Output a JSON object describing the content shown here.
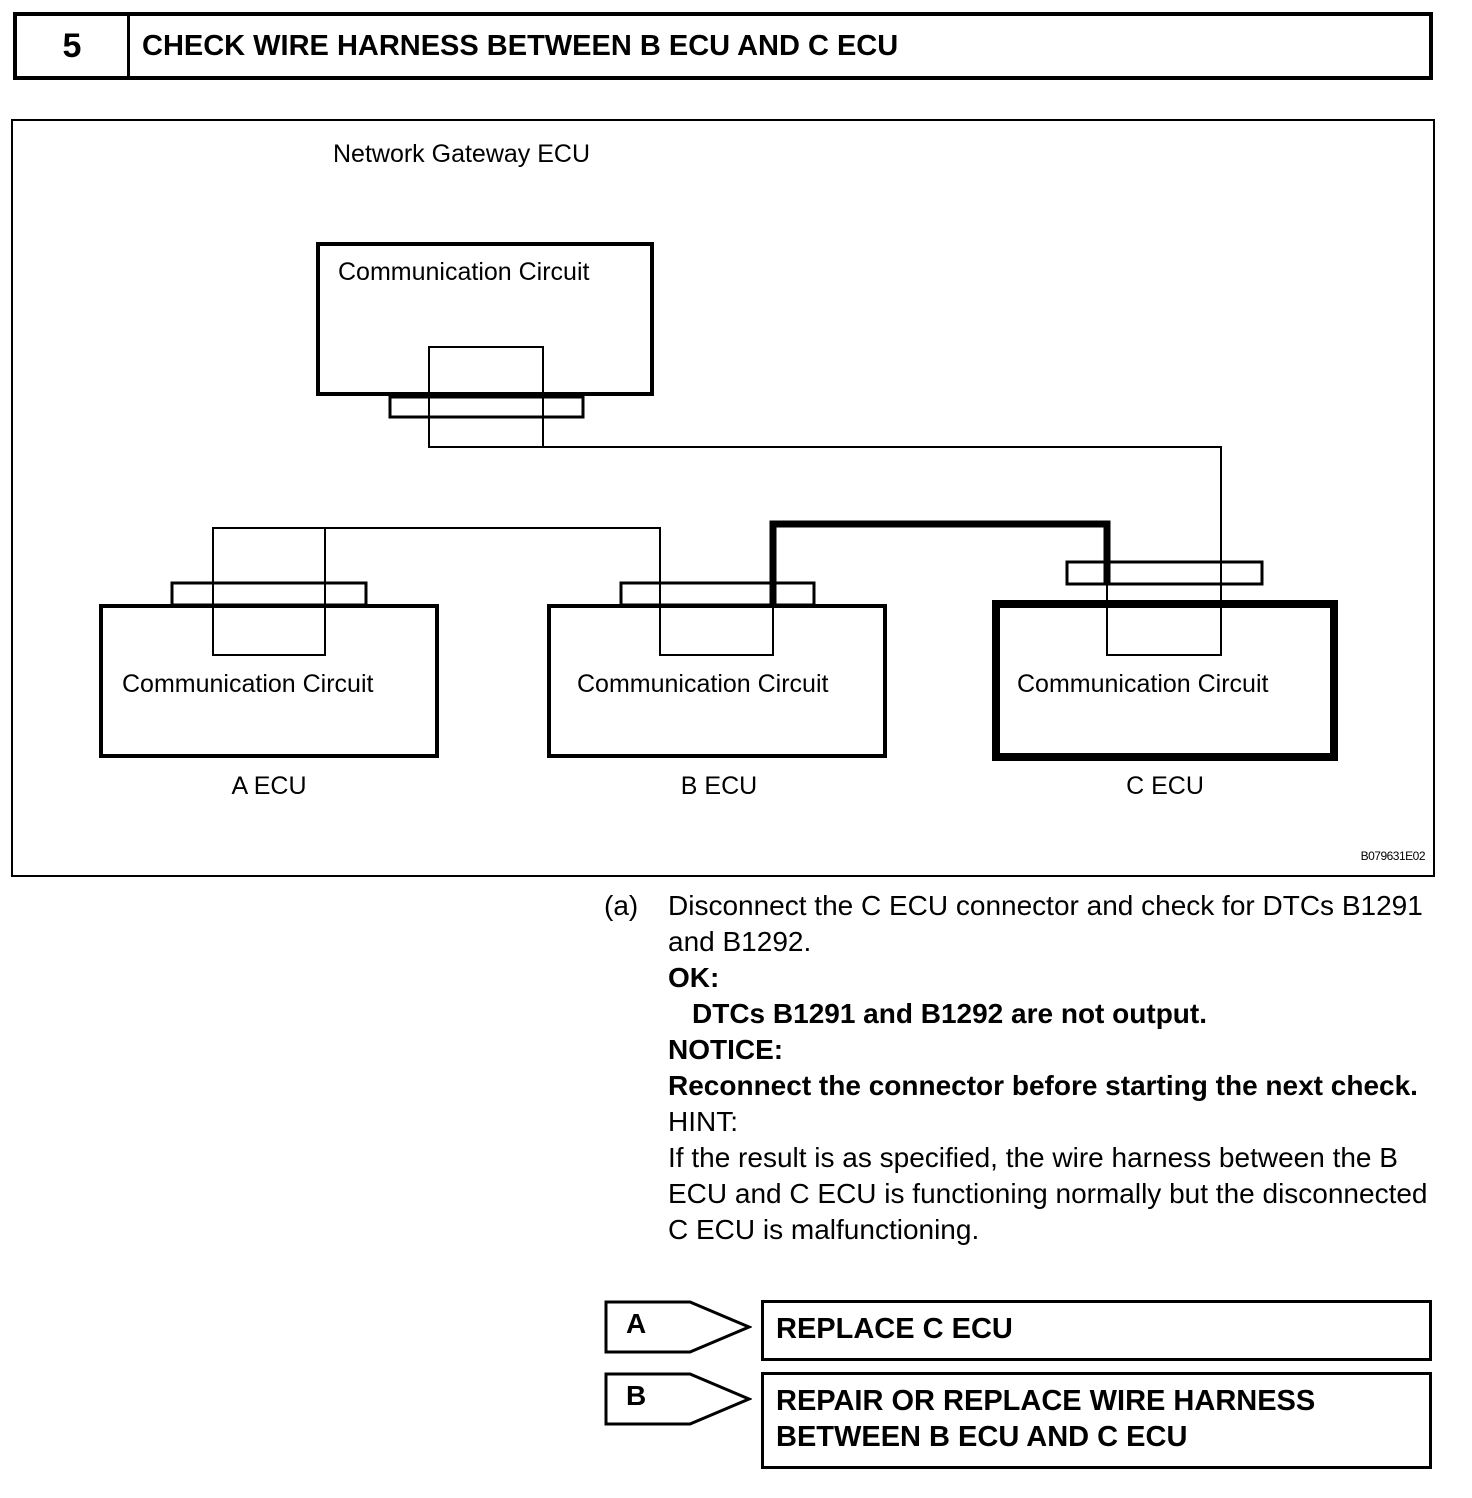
{
  "step": {
    "number": "5",
    "title": "CHECK WIRE HARNESS BETWEEN B ECU AND C ECU"
  },
  "figure": {
    "gateway_label": "Network Gateway ECU",
    "gateway_circuit": "Communication Circuit",
    "ecus": [
      {
        "name": "A ECU",
        "circuit": "Communication Circuit"
      },
      {
        "name": "B ECU",
        "circuit": "Communication Circuit"
      },
      {
        "name": "C ECU",
        "circuit": "Communication Circuit"
      }
    ],
    "code": "B079631E02"
  },
  "procedure": {
    "marker": "(a)",
    "instruction": "Disconnect the C ECU connector and check for DTCs B1291 and B1292.",
    "ok_label": "OK:",
    "ok_text": "DTCs B1291 and B1292 are not output.",
    "notice_label": "NOTICE:",
    "notice_text": "Reconnect the connector before starting the next check.",
    "hint_label": "HINT:",
    "hint_text": "If the result is as specified, the wire harness between the B ECU and C ECU is functioning normally but the disconnected C ECU is malfunctioning."
  },
  "results": [
    {
      "letter": "A",
      "action": "REPLACE C ECU"
    },
    {
      "letter": "B",
      "action": "REPAIR OR REPLACE WIRE HARNESS BETWEEN B ECU AND C ECU"
    }
  ]
}
